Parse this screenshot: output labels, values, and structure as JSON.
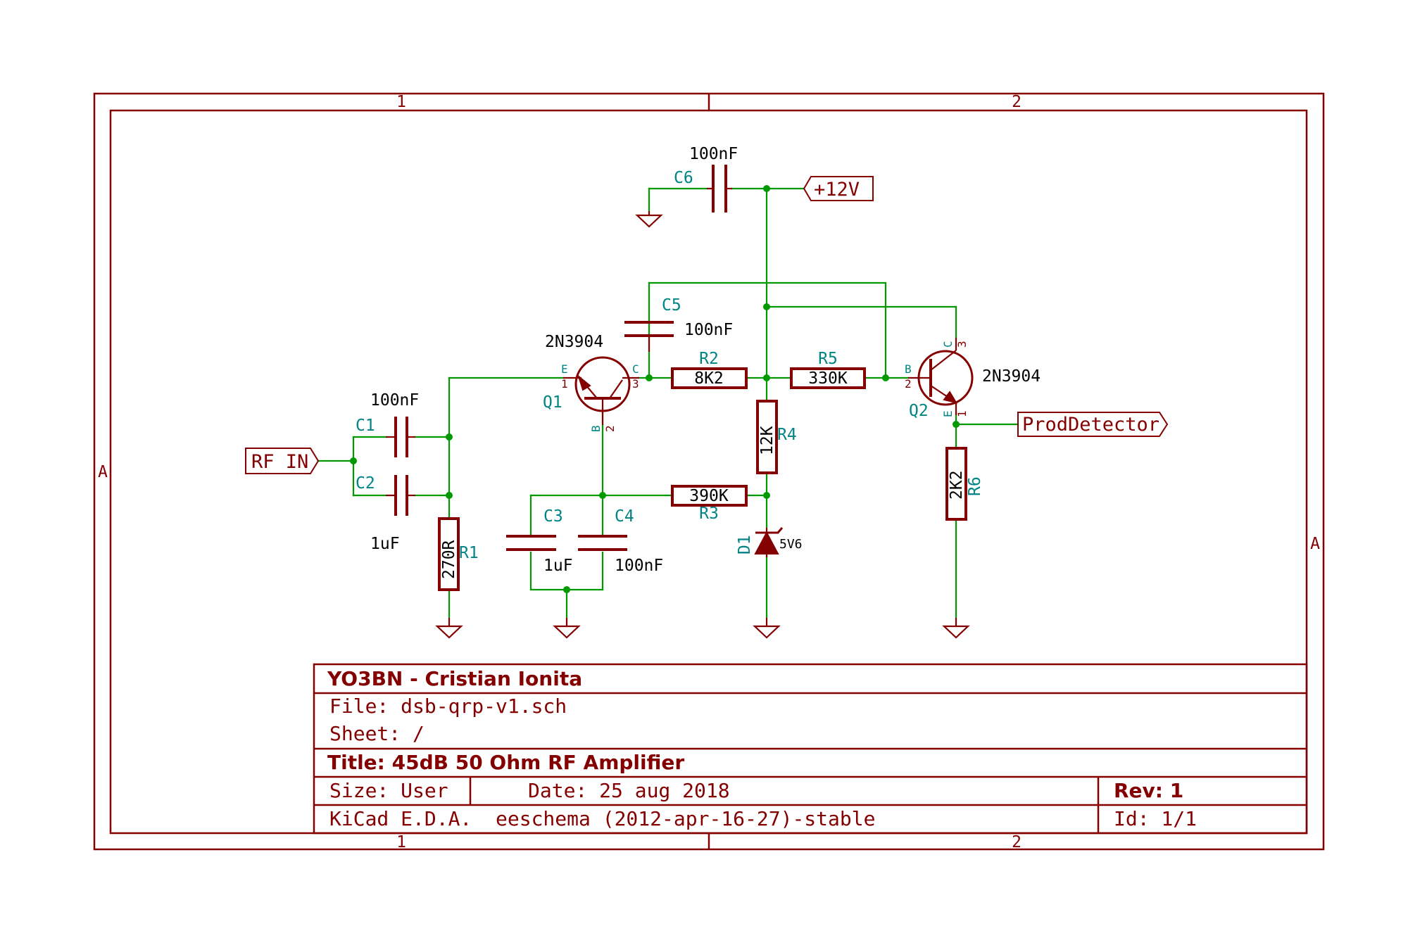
{
  "border": {
    "columns": [
      "1",
      "2"
    ],
    "rows": [
      "A"
    ]
  },
  "net_labels": {
    "rf_in": "RF IN",
    "vcc": "+12V",
    "prod_detector": "ProdDetector"
  },
  "components": {
    "c1": {
      "ref": "C1",
      "value": "100nF"
    },
    "c2": {
      "ref": "C2",
      "value": "1uF"
    },
    "c3": {
      "ref": "C3",
      "value": "1uF"
    },
    "c4": {
      "ref": "C4",
      "value": "100nF"
    },
    "c5": {
      "ref": "C5",
      "value": "100nF"
    },
    "c6": {
      "ref": "C6",
      "value": "100nF"
    },
    "r1": {
      "ref": "R1",
      "value": "270R"
    },
    "r2": {
      "ref": "R2",
      "value": "8K2"
    },
    "r3": {
      "ref": "R3",
      "value": "390K"
    },
    "r4": {
      "ref": "R4",
      "value": "12K"
    },
    "r5": {
      "ref": "R5",
      "value": "330K"
    },
    "r6": {
      "ref": "R6",
      "value": "2K2"
    },
    "d1": {
      "ref": "D1",
      "value": "5V6"
    },
    "q1": {
      "ref": "Q1",
      "value": "2N3904",
      "pins": {
        "e_name": "E",
        "e_num": "1",
        "b_name": "B",
        "b_num": "2",
        "c_name": "C",
        "c_num": "3"
      }
    },
    "q2": {
      "ref": "Q2",
      "value": "2N3904",
      "pins": {
        "e_name": "E",
        "e_num": "1",
        "b_name": "B",
        "b_num": "2",
        "c_name": "C",
        "c_num": "3"
      }
    }
  },
  "title_block": {
    "company": "YO3BN - Cristian Ionita",
    "file": "File: dsb-qrp-v1.sch",
    "sheet": "Sheet: /",
    "title": "Title: 45dB 50 Ohm RF Amplifier",
    "size": "Size: User",
    "date": "Date: 25 aug 2018",
    "rev": "Rev: 1",
    "tool": "KiCad E.D.A.  eeschema (2012-apr-16-27)-stable",
    "id": "Id: 1/1"
  },
  "colors": {
    "component": "#840000",
    "wire": "#009900",
    "reference": "#008484",
    "value": "#000000"
  }
}
